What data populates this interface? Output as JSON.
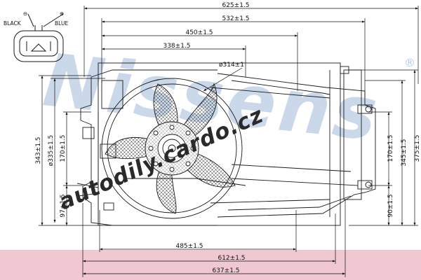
{
  "connector": {
    "neg_label": "BLACK",
    "pos_label": "BLUE",
    "neg_symbol": "⊖",
    "pos_symbol": "⊕"
  },
  "dimensions": {
    "top": [
      "625±1.5",
      "532±1.5",
      "450±1.5",
      "338±1.5"
    ],
    "bottom": [
      "485±1.5",
      "612±1.5",
      "637±1.5"
    ],
    "fan_diameter": "ø314±1",
    "left": [
      "343±1.5",
      "ø335±1.5",
      "170±1.5",
      "97±1.5"
    ],
    "right": [
      "375±1.5",
      "345±1.5",
      "170±1.5",
      "90±1.5"
    ]
  },
  "watermarks": {
    "brand": "Nissens",
    "brand_mark": "®",
    "site": "autodily.cardo.cz"
  },
  "colors": {
    "line": "#1a1a1a",
    "watermark_blue": "#b9cbe3",
    "watermark_dark": "#2a2a2a",
    "bottom_band": "#f0c8d2"
  }
}
